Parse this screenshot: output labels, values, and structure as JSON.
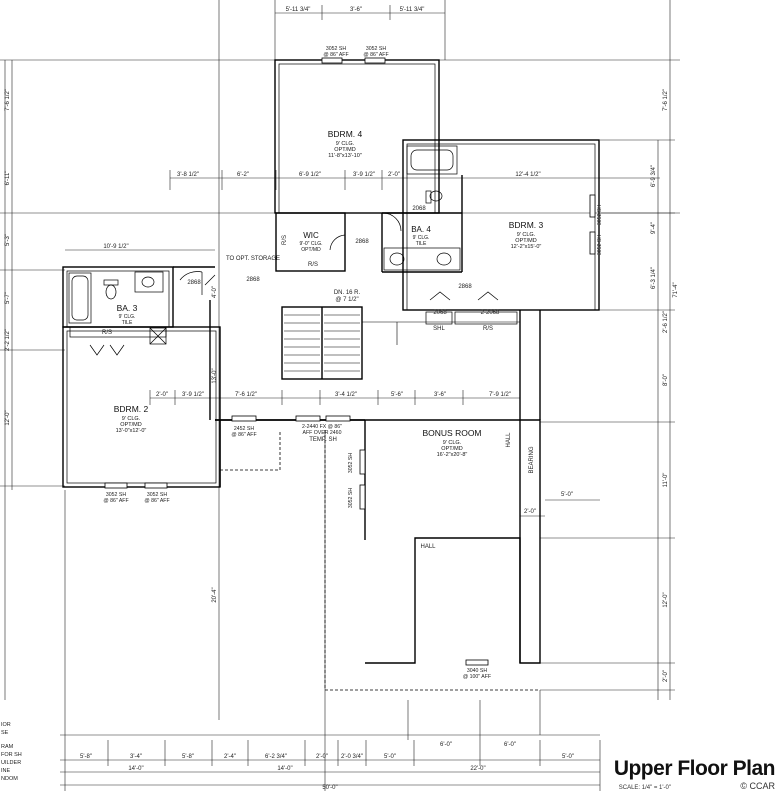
{
  "title": "Upper Floor Plan",
  "scale_label": "SCALE: 1/4\" = 1'-0\"",
  "copyright": "© CCAR",
  "rooms": {
    "bdrm4": {
      "name": "BDRM. 4",
      "l1": "9' CLG.",
      "l2": "OPT/MD",
      "l3": "11'-8\"x13'-10\""
    },
    "bdrm3": {
      "name": "BDRM. 3",
      "l1": "9' CLG.",
      "l2": "OPT/MD",
      "l3": "12'-2\"x15'-0\""
    },
    "bdrm2": {
      "name": "BDRM. 2",
      "l1": "9' CLG.",
      "l2": "OPT/MD",
      "l3": "13'-0\"x12'-0\""
    },
    "ba3": {
      "name": "BA. 3",
      "l1": "9' CLG.",
      "l2": "TILE"
    },
    "ba4": {
      "name": "BA. 4",
      "l1": "9' CLG.",
      "l2": "TILE"
    },
    "wic": {
      "name": "WIC",
      "l1": "9'-0\" CLG.",
      "l2": "OPT/MD"
    },
    "bonus": {
      "name": "BONUS ROOM",
      "l1": "9' CLG.",
      "l2": "OPT/MD",
      "l3": "16'-2\"x20'-8\""
    }
  },
  "labels": {
    "storage": "TO OPT. STORAGE",
    "dn_stairs": "DN. 16 R.",
    "dn_rise": "@ 7 1/2\"",
    "hall": "HALL",
    "bearing": "BEARING",
    "hall_small": "HALL",
    "rs": "R/S",
    "shl": "SHL",
    "temp": "TEMP. SH",
    "window_3052": "3052 SH",
    "window_aff": "@ 86\" AFF",
    "window_2452": "2452 SH",
    "window_2440": "2-2440 FX @ 86\"",
    "window_2440b": "AFF OVER 2460",
    "window_3040": "3040 SH",
    "window_3040b": "@ 100\" AFF",
    "door_2868": "2868",
    "door_2068": "2068",
    "door_22068": "2-2068"
  },
  "dims": {
    "top": [
      "5'-11 3/4\"",
      "3'-6\"",
      "5'-11 3/4\""
    ],
    "row1": [
      "3'-8 1/2\"",
      "6'-2\"",
      "6'-9 1/2\"",
      "3'-9 1/2\"",
      "2'-0\"",
      "12'-4 1/2\""
    ],
    "mid": [
      "10'-9 1/2\""
    ],
    "row2": [
      "2'-0\"",
      "3'-9 1/2\"",
      "7'-6 1/2\"",
      "3'-4 1/2\"",
      "5'-6\"",
      "3'-6\"",
      "7'-9 1/2\""
    ],
    "bottom1": [
      "5'-8\"",
      "3'-4\"",
      "5'-8\"",
      "2'-4\"",
      "6'-2 3/4\"",
      "2'-0\"",
      "2'-0 3/4\"",
      "5'-0\"",
      "6'-0\"",
      "6'-0\"",
      "5'-0\""
    ],
    "bottom2": [
      "14'-0\"",
      "14'-0\"",
      "22'-0\""
    ],
    "bottom3": [
      "50'-0\""
    ],
    "left": [
      "7'-6 1/2\"",
      "6'-11\"",
      "5'-3\"",
      "5'-7\"",
      "2'-2 1/2\"",
      "12'-0\""
    ],
    "right": [
      "7'-6 1/2\"",
      "6'-9 3/4\"",
      "9'-4\"",
      "6'-3 1/4\"",
      "2'-6 1/2\"",
      "8'-0\"",
      "11'-0\"",
      "12'-0\"",
      "2'-0\"",
      "71'-4\""
    ],
    "inner": [
      "2'-0\"",
      "5'-0\"",
      "13'-0\"",
      "20'-4\"",
      "4'-0\""
    ]
  },
  "notes": [
    "IOR",
    "SE",
    "RAM",
    "FOR SH",
    "UILDER",
    "INE",
    "NDOM"
  ]
}
